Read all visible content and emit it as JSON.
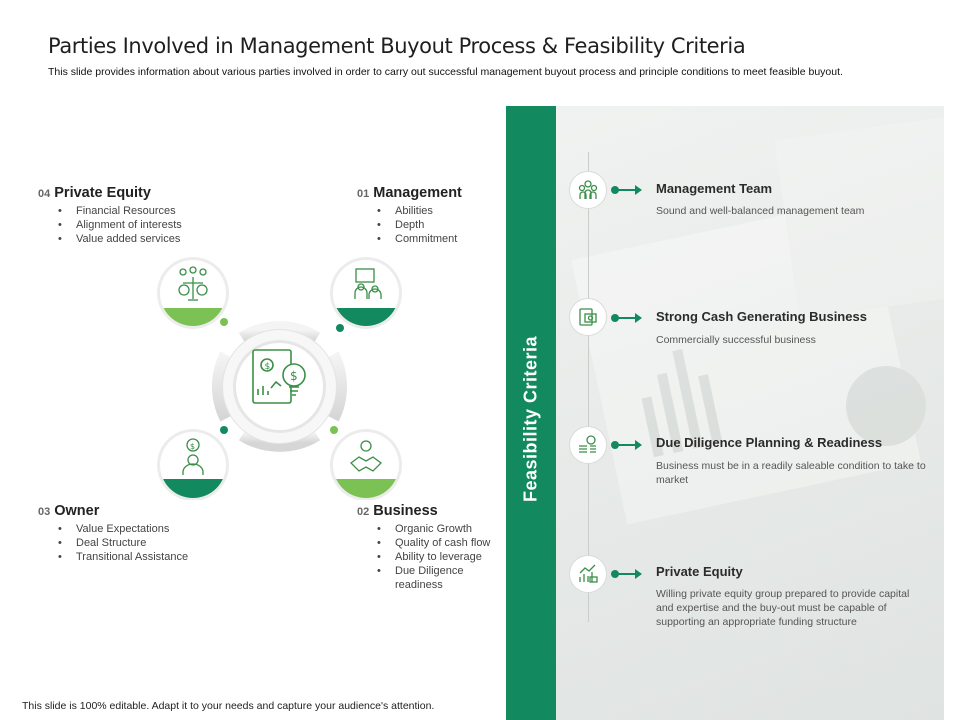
{
  "header": {
    "title": "Parties Involved in Management Buyout Process & Feasibility Criteria",
    "subtitle": "This slide provides information about various parties involved in order to carry out successful management buyout process and principle conditions to meet feasible buyout."
  },
  "parties": {
    "private_equity": {
      "num": "04",
      "name": "Private Equity",
      "items": [
        "Financial Resources",
        "Alignment of interests",
        "Value added services"
      ]
    },
    "management": {
      "num": "01",
      "name": "Management",
      "items": [
        "Abilities",
        "Depth",
        "Commitment"
      ]
    },
    "owner": {
      "num": "03",
      "name": "Owner",
      "items": [
        "Value Expectations",
        "Deal Structure",
        "Transitional Assistance"
      ]
    },
    "business": {
      "num": "02",
      "name": "Business",
      "items": [
        "Organic Growth",
        "Quality of cash flow",
        "Ability to leverage",
        "Due Diligence readiness"
      ]
    }
  },
  "feasibility": {
    "label": "Feasibility Criteria",
    "criteria": [
      {
        "title": "Management Team",
        "desc": "Sound and well-balanced management team",
        "icon": "team-icon"
      },
      {
        "title": "Strong Cash Generating Business",
        "desc": "Commercially successful business",
        "icon": "cash-icon"
      },
      {
        "title": "Due Diligence Planning & Readiness",
        "desc": "Business must be in a readily saleable condition to take to market",
        "icon": "planning-icon"
      },
      {
        "title": "Private Equity",
        "desc": "Willing private equity group prepared to provide capital and expertise and the buy-out must be capable of supporting an appropriate funding structure",
        "icon": "equity-chart-icon"
      }
    ]
  },
  "footer": "This slide is 100% editable. Adapt it to your needs and capture your audience's attention.",
  "colors": {
    "accent_green": "#12895f",
    "light_green": "#7cc154"
  }
}
